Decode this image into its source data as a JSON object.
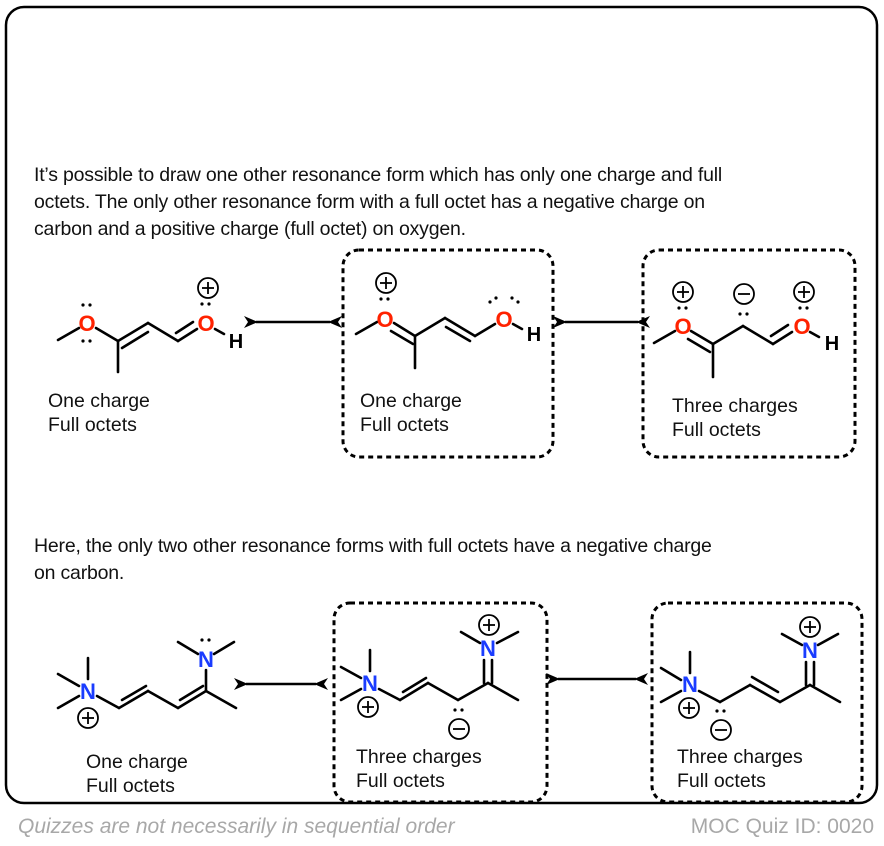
{
  "colors": {
    "oxygen": "#ff2200",
    "nitrogen": "#1a3cff",
    "bond": "#000000",
    "footer_text": "#a8a8a8"
  },
  "section1": {
    "paragraph_line1": "It’s possible to draw one other resonance form which has only one charge and full",
    "paragraph_line2": "octets. The only other resonance form with a full octet has a negative charge on",
    "paragraph_line3": "carbon and a positive charge (full octet) on oxygen.",
    "structures": [
      {
        "caption_line1": "One charge",
        "caption_line2": "Full octets",
        "boxed": false
      },
      {
        "caption_line1": "One charge",
        "caption_line2": "Full octets",
        "boxed": true
      },
      {
        "caption_line1": "Three charges",
        "caption_line2": "Full octets",
        "boxed": true
      }
    ]
  },
  "section2": {
    "paragraph_line1": "Here, the only two other resonance forms with full octets have a negative charge",
    "paragraph_line2": "on carbon.",
    "structures": [
      {
        "caption_line1": "One charge",
        "caption_line2": "Full octets",
        "boxed": false
      },
      {
        "caption_line1": "Three charges",
        "caption_line2": "Full octets",
        "boxed": true
      },
      {
        "caption_line1": "Three charges",
        "caption_line2": "Full octets",
        "boxed": true
      }
    ]
  },
  "atoms": {
    "oxygen": "O",
    "nitrogen": "N",
    "hydrogen": "H"
  },
  "footer": {
    "left": "Quizzes are not necessarily in sequential order",
    "right": "MOC Quiz ID: 0020"
  }
}
